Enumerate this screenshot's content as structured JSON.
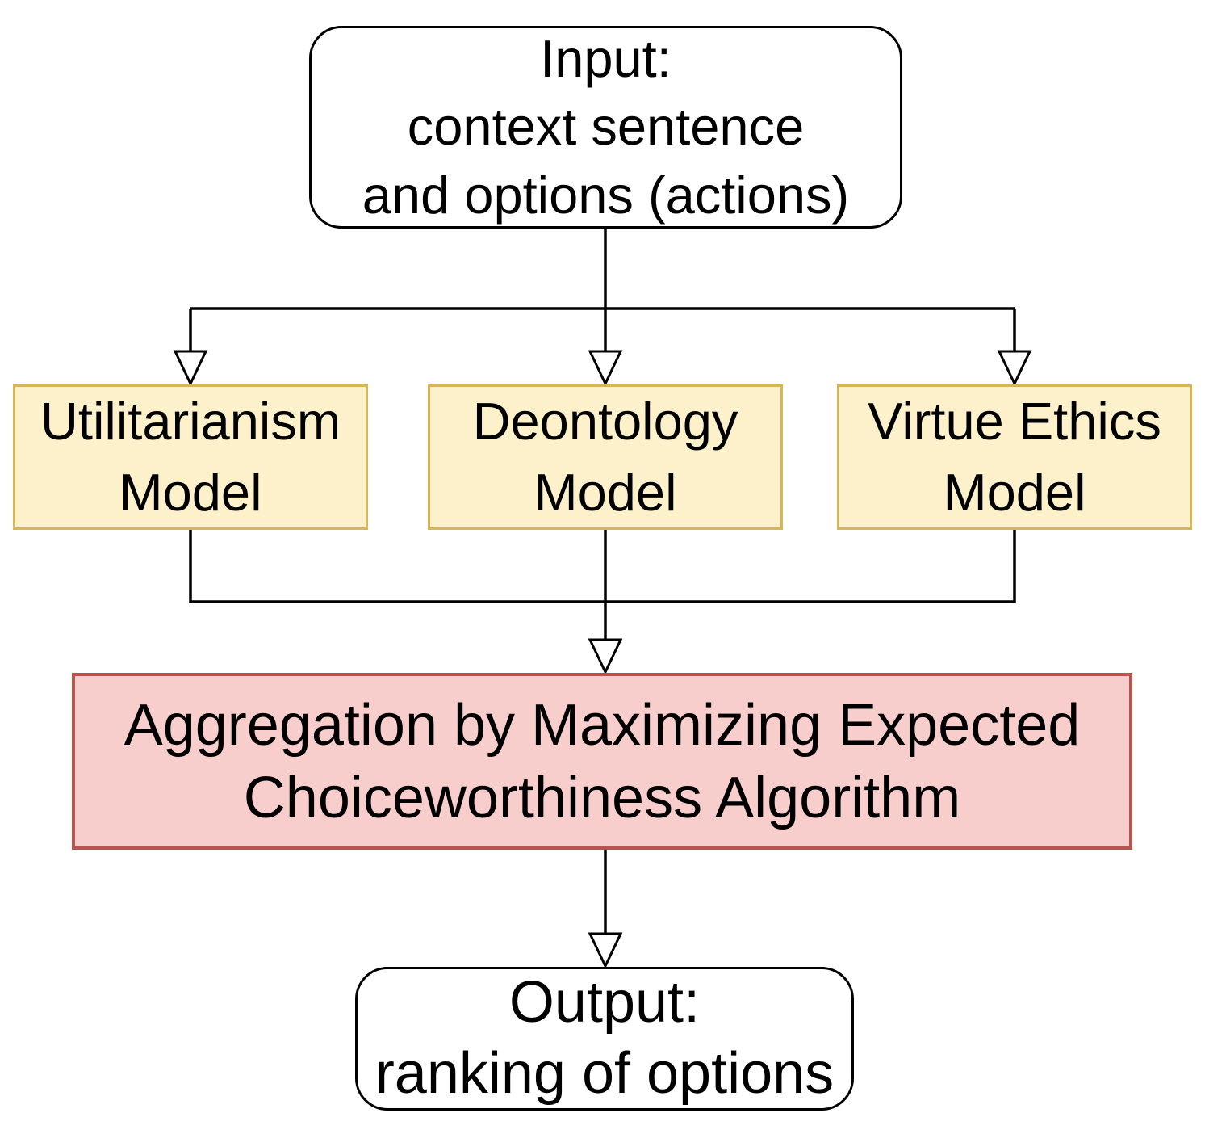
{
  "nodes": {
    "input": {
      "lines": [
        "Input:",
        "context sentence",
        "and options (actions)"
      ]
    },
    "utilitarianism": {
      "lines": [
        "Utilitarianism",
        "Model"
      ]
    },
    "deontology": {
      "lines": [
        "Deontology",
        "Model"
      ]
    },
    "virtue_ethics": {
      "lines": [
        "Virtue Ethics",
        "Model"
      ]
    },
    "aggregation": {
      "lines": [
        "Aggregation by Maximizing Expected",
        "Choiceworthiness Algorithm"
      ]
    },
    "output": {
      "lines": [
        "Output:",
        "ranking of options"
      ]
    }
  },
  "colors": {
    "background": "#FFFFFF",
    "text": "#000000",
    "connector": "#000000",
    "terminal_fill": "#FFFFFF",
    "terminal_border": "#000000",
    "model_fill": "#FCF1CA",
    "model_border": "#D6B656",
    "aggregation_fill": "#F8CECC",
    "aggregation_border": "#B85450"
  }
}
